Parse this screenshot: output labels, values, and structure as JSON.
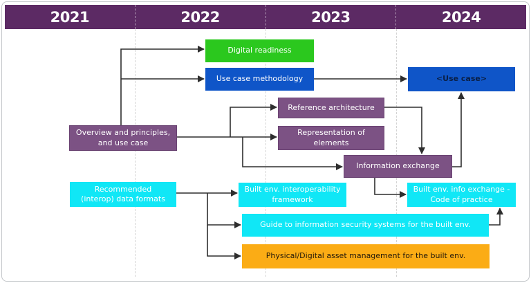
{
  "header": {
    "years": [
      "2021",
      "2022",
      "2023",
      "2024"
    ]
  },
  "nodes": {
    "overview": {
      "label": "Overview and principles,\nand use case"
    },
    "digital_readiness": {
      "label": "Digital readiness"
    },
    "use_case_methodology": {
      "label": "Use case methodology"
    },
    "use_case": {
      "label": "<Use case>"
    },
    "reference_architecture": {
      "label": "Reference architecture"
    },
    "representation_elements": {
      "label": "Representation of\nelements"
    },
    "information_exchange": {
      "label": "Information exchange"
    },
    "recommended_formats": {
      "label": "Recommended\n(interop) data formats"
    },
    "built_env_interop": {
      "label": "Built env. interoperability\nframework"
    },
    "built_env_info_exchange": {
      "label": "Built env. info exchange -\nCode of practice"
    },
    "guide_security": {
      "label": "Guide to information security systems for the built env."
    },
    "physical_digital": {
      "label": "Physical/Digital asset management for the built env."
    }
  },
  "colors": {
    "header_bg": "#5c2a64",
    "purple": "#7c5284",
    "green": "#2bc81e",
    "blue": "#0f55c8",
    "cyan": "#10e7f6",
    "orange": "#fbac15",
    "arrow": "#2e2e2e",
    "use_case_text": "#0a1f45",
    "orange_text": "#23190a"
  }
}
